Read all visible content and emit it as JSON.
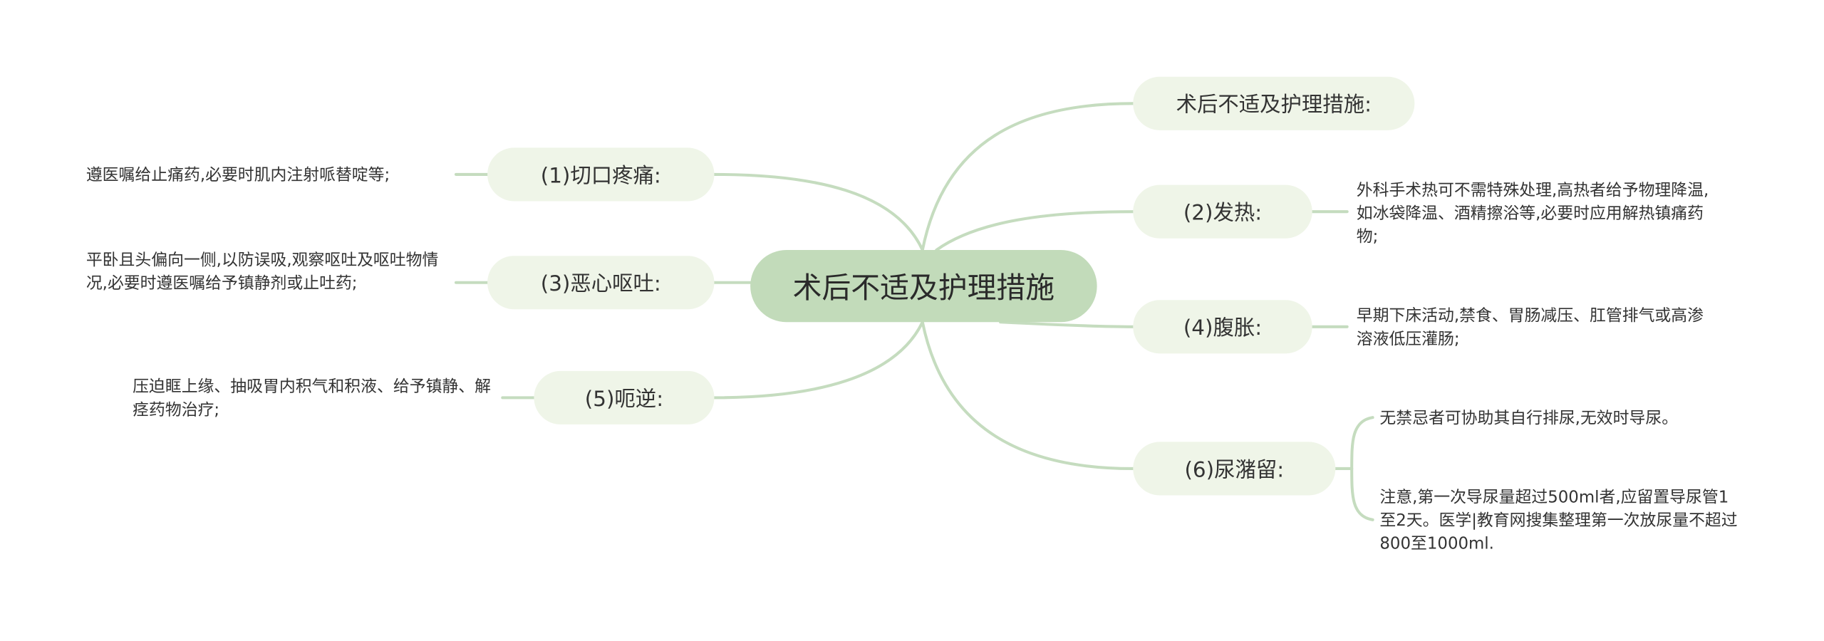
{
  "root": {
    "label": "术后不适及护理措施"
  },
  "branches": {
    "b0": {
      "label": "术后不适及护理措施:"
    },
    "b1": {
      "label": "(1)切口疼痛:",
      "leaf": "遵医嘱给止痛药,必要时肌内注射哌替啶等;"
    },
    "b2": {
      "label": "(2)发热:",
      "leaf": "外科手术热可不需特殊处理,高热者给予物理降温,如冰袋降温、酒精擦浴等,必要时应用解热镇痛药物;"
    },
    "b3": {
      "label": "(3)恶心呕吐:",
      "leaf": "平卧且头偏向一侧,以防误吸,观察呕吐及呕吐物情况,必要时遵医嘱给予镇静剂或止吐药;"
    },
    "b4": {
      "label": "(4)腹胀:",
      "leaf": "早期下床活动,禁食、胃肠减压、肛管排气或高渗溶液低压灌肠;"
    },
    "b5": {
      "label": "(5)呃逆:",
      "leaf": "压迫眶上缘、抽吸胃内积气和积液、给予镇静、解痉药物治疗;"
    },
    "b6": {
      "label": "(6)尿潴留:",
      "leaves": [
        "无禁忌者可协助其自行排尿,无效时导尿。",
        "注意,第一次导尿量超过500ml者,应留置导尿管1至2天。医学|教育网搜集整理第一次放尿量不超过800至1000ml."
      ]
    }
  },
  "colors": {
    "root_fill": "#c2dbba",
    "node_fill": "#eff5e8",
    "line": "#c5dcbf",
    "text": "#333333"
  }
}
